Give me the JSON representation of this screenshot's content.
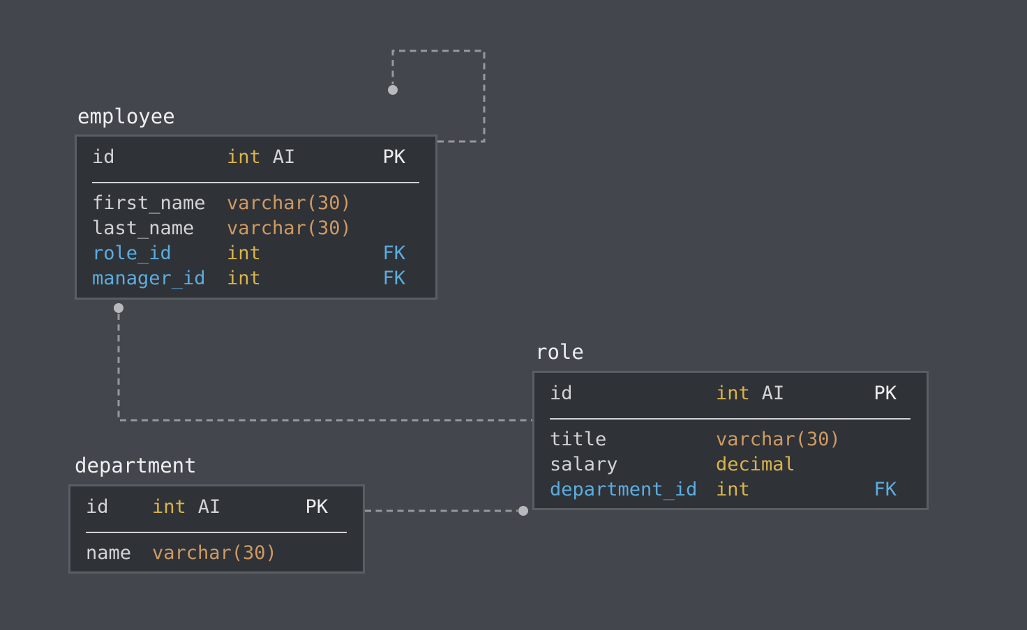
{
  "canvas": {
    "background": "#44464d"
  },
  "colors": {
    "table_fill": "#2f3237",
    "table_border": "#5a5e64",
    "title_text": "#eceef0",
    "field_text": "#d2d3d5",
    "type_number": "#d9b44a",
    "type_string": "#cf9a63",
    "foreign_key_blue": "#5bade0",
    "separator": "#d2d3d5",
    "connector_line": "#96989d",
    "connector_dot": "#b7b9bc"
  },
  "tables": [
    {
      "name": "employee",
      "columns": [
        {
          "name": "id",
          "type": "int",
          "attr": "AI",
          "key": "PK",
          "name_style": "",
          "type_style": "num",
          "key_style": "pk"
        },
        {
          "name": "first_name",
          "type": "varchar(30)",
          "attr": "",
          "key": "",
          "name_style": "",
          "type_style": "str",
          "key_style": ""
        },
        {
          "name": "last_name",
          "type": "varchar(30)",
          "attr": "",
          "key": "",
          "name_style": "",
          "type_style": "str",
          "key_style": ""
        },
        {
          "name": "role_id",
          "type": "int",
          "attr": "",
          "key": "FK",
          "name_style": "fk",
          "type_style": "num",
          "key_style": "fk"
        },
        {
          "name": "manager_id",
          "type": "int",
          "attr": "",
          "key": "FK",
          "name_style": "fk",
          "type_style": "num",
          "key_style": "fk"
        }
      ]
    },
    {
      "name": "role",
      "columns": [
        {
          "name": "id",
          "type": "int",
          "attr": "AI",
          "key": "PK",
          "name_style": "",
          "type_style": "num",
          "key_style": "pk"
        },
        {
          "name": "title",
          "type": "varchar(30)",
          "attr": "",
          "key": "",
          "name_style": "",
          "type_style": "str",
          "key_style": ""
        },
        {
          "name": "salary",
          "type": "decimal",
          "attr": "",
          "key": "",
          "name_style": "",
          "type_style": "num",
          "key_style": ""
        },
        {
          "name": "department_id",
          "type": "int",
          "attr": "",
          "key": "FK",
          "name_style": "fk",
          "type_style": "num",
          "key_style": "fk"
        }
      ]
    },
    {
      "name": "department",
      "columns": [
        {
          "name": "id",
          "type": "int",
          "attr": "AI",
          "key": "PK",
          "name_style": "",
          "type_style": "num",
          "key_style": "pk"
        },
        {
          "name": "name",
          "type": "varchar(30)",
          "attr": "",
          "key": "",
          "name_style": "",
          "type_style": "str",
          "key_style": ""
        }
      ]
    }
  ],
  "relationships": [
    {
      "id": "employee-self-loop",
      "endpoints": "employee / employee"
    },
    {
      "id": "employee-role",
      "endpoints": "employee / role"
    },
    {
      "id": "department-role",
      "endpoints": "department / role"
    }
  ]
}
